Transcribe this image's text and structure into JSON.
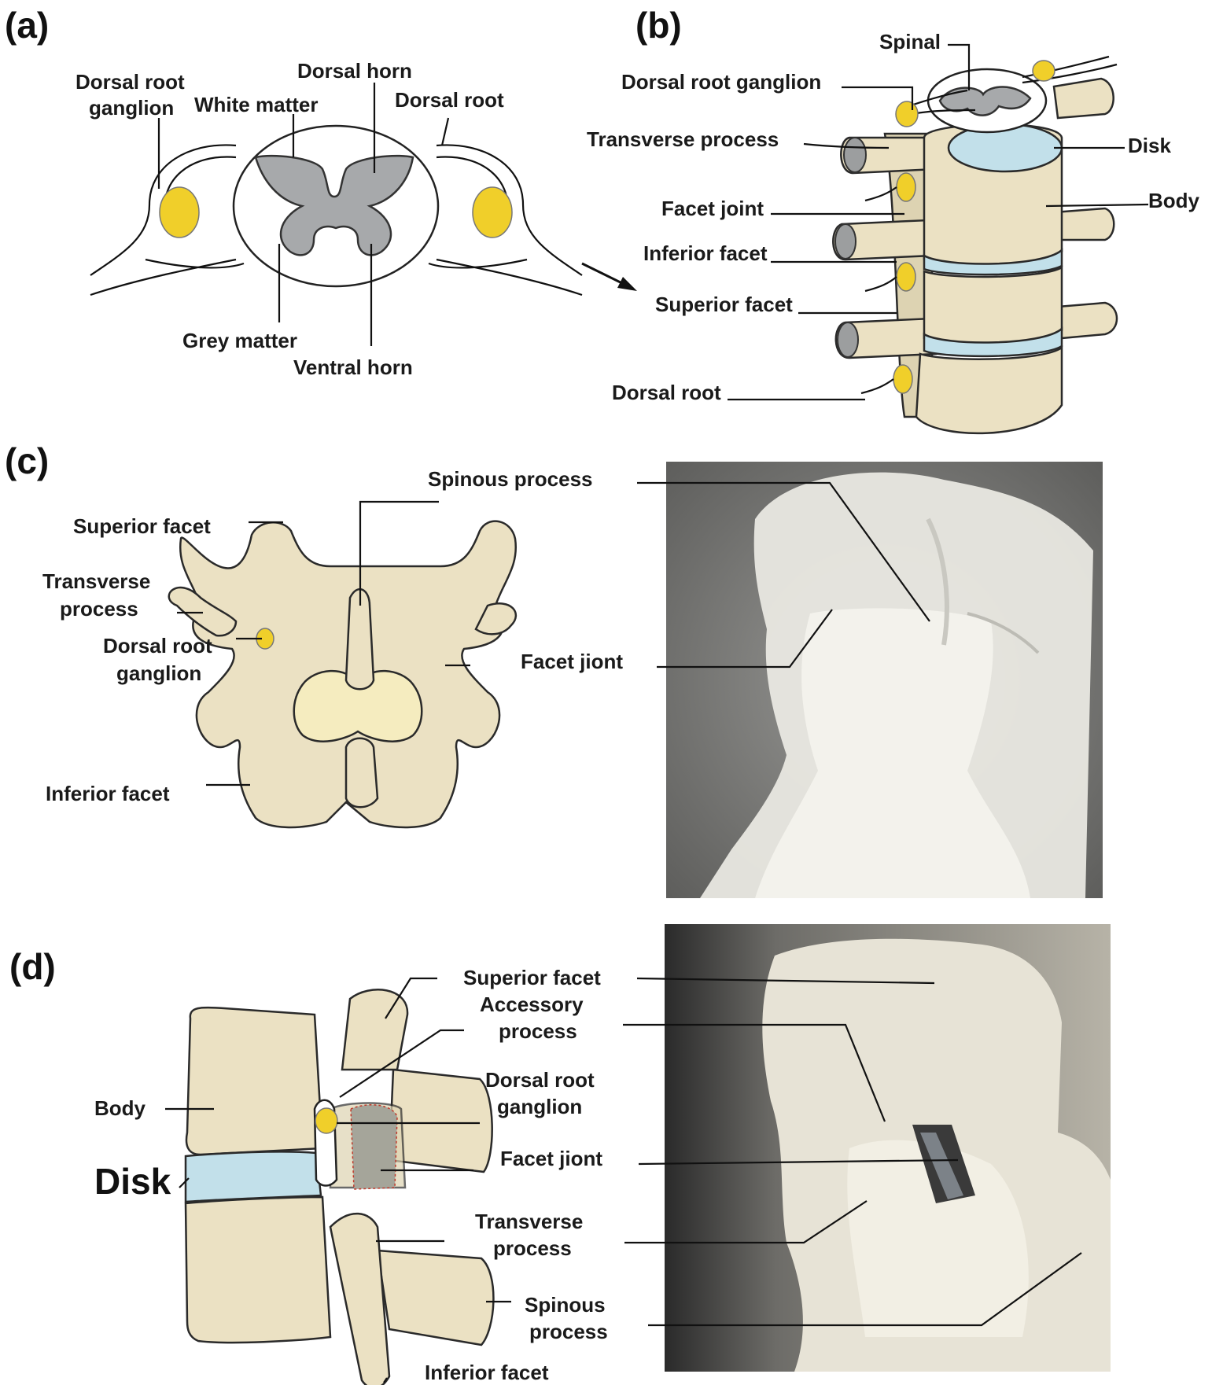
{
  "panels": {
    "a": {
      "tag": "(a)",
      "labels": {
        "drg_1": "Dorsal root",
        "drg_2": "ganglion",
        "white_matter": "White matter",
        "dorsal_horn": "Dorsal horn",
        "dorsal_root": "Dorsal  root",
        "grey_matter": "Grey matter",
        "ventral_horn": "Ventral horn"
      }
    },
    "b": {
      "tag": "(b)",
      "labels": {
        "spinal": "Spinal",
        "drg": "Dorsal root ganglion",
        "transverse": "Transverse process",
        "disk": "Disk",
        "facet_joint": "Facet joint",
        "body": "Body",
        "inferior_facet": "Inferior facet",
        "superior_facet": "Superior facet",
        "dorsal_root": "Dorsal root"
      }
    },
    "c": {
      "tag": "(c)",
      "labels": {
        "spinous": "Spinous process",
        "superior_facet": "Superior facet",
        "transverse_1": "Transverse",
        "transverse_2": "process",
        "drg_1": "Dorsal root",
        "drg_2": "ganglion",
        "facet_joint": "Facet jiont",
        "inferior_facet": "Inferior facet"
      }
    },
    "d": {
      "tag": "(d)",
      "labels": {
        "superior_facet": "Superior facet",
        "accessory_1": "Accessory",
        "accessory_2": "process",
        "drg_1": "Dorsal root",
        "drg_2": "ganglion",
        "body": "Body",
        "facet_joint": "Facet jiont",
        "disk": "Disk",
        "transverse_1": "Transverse",
        "transverse_2": "process",
        "spinous_1": "Spinous",
        "spinous_2": "process",
        "inferior_facet": "Inferior facet"
      }
    }
  },
  "colors": {
    "bone": "#ebe1c3",
    "grey_matter": "#a7a9ab",
    "ganglion": "#f0cf2a",
    "disk": "#c2e0ea",
    "photo_bg": "#7a7a78"
  }
}
